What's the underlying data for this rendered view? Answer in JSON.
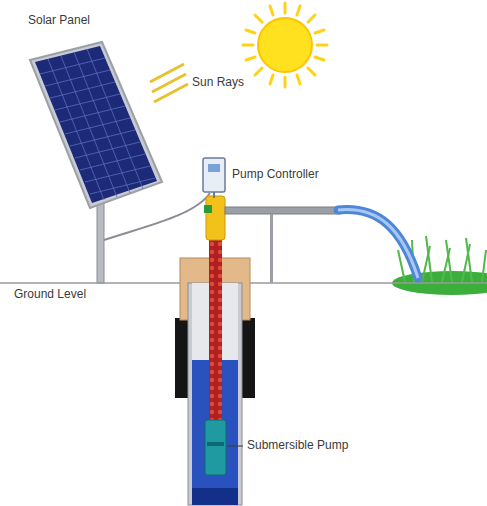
{
  "diagram": {
    "labels": [
      "Solar Panel",
      "Sun Rays",
      "Pump Controller",
      "Ground Level",
      "Submersible Pump"
    ]
  }
}
